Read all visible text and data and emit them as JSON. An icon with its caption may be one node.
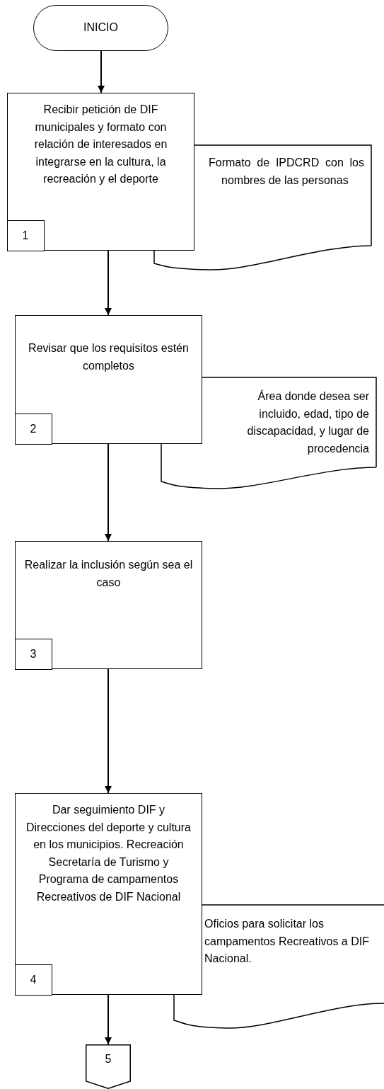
{
  "diagram": {
    "nodes": [
      {
        "text": [
          "INICIO"
        ]
      },
      {
        "text": [
          "Recibir petición de DIF municipales y formato con relación de interesados en integrarse en la cultura, la recreación y el deporte"
        ]
      },
      {
        "text": [
          "1"
        ],
        "in": 1
      },
      {
        "text": [
          "Formato de IPDCRD con los nombres de las personas"
        ]
      },
      {
        "text": [
          "Revisar que los requisitos estén completos"
        ]
      },
      {
        "text": [
          "2"
        ],
        "in": 4
      },
      {
        "text": [
          "Área donde desea ser incluido, edad, tipo de discapacidad, y lugar de procedencia"
        ]
      },
      {
        "text": [
          "Realizar la inclusión según sea el caso"
        ]
      },
      {
        "text": [
          "3"
        ],
        "in": 7
      },
      {
        "text": [
          "Dar seguimiento DIF y Direcciones del deporte y cultura en los municipios. Recreación Secretaría de Turismo y Programa de campamentos Recreativos de DIF Nacional"
        ]
      },
      {
        "text": [
          "4"
        ],
        "in": 9
      },
      {
        "text": [
          "Oficios para solicitar los campamentos Recreativos a DIF Nacional."
        ]
      },
      {
        "text": [
          "5"
        ]
      }
    ],
    "edges": [
      {
        "from": 0,
        "to": 1,
        "arrow": "to"
      },
      {
        "from": 1,
        "to": 4,
        "arrow": "to"
      },
      {
        "from": 4,
        "to": 7,
        "arrow": "to"
      },
      {
        "from": 7,
        "to": 9,
        "arrow": "to"
      },
      {
        "from": 9,
        "to": 12,
        "arrow": "to"
      }
    ]
  }
}
